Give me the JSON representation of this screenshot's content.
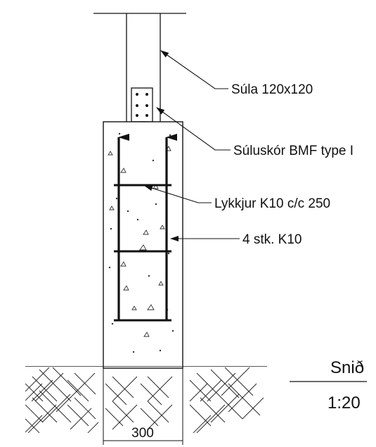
{
  "labels": {
    "column": "Súla 120x120",
    "post_base": "Súluskór BMF type I",
    "stirrups": "Lykkjur K10 c/c 250",
    "main_bars": "4 stk. K10"
  },
  "dimension": "300",
  "title_block": {
    "section": "Snið",
    "scale": "1:20"
  }
}
